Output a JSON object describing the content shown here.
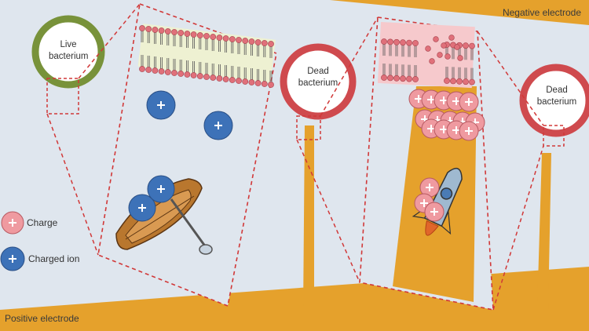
{
  "electrodes": {
    "negative": "Negative electrode",
    "positive": "Positive electrode"
  },
  "cells": {
    "live": {
      "line1": "Live",
      "line2": "bacterium"
    },
    "dead1": {
      "line1": "Dead",
      "line2": "bacterium"
    },
    "dead2": {
      "line1": "Dead",
      "line2": "bacterium"
    }
  },
  "legend": {
    "charge": "Charge",
    "charged_ion": "Charged ion"
  },
  "colors": {
    "background": "#dfe6ee",
    "electrode": "#e5a12c",
    "live_ring": "#78923a",
    "dead_ring": "#cf4a4e",
    "charge_fill": "#ef9aa0",
    "ion_fill": "#3d72b8",
    "membrane_bg": "#eef1d2",
    "dashed_line": "#d13838"
  }
}
